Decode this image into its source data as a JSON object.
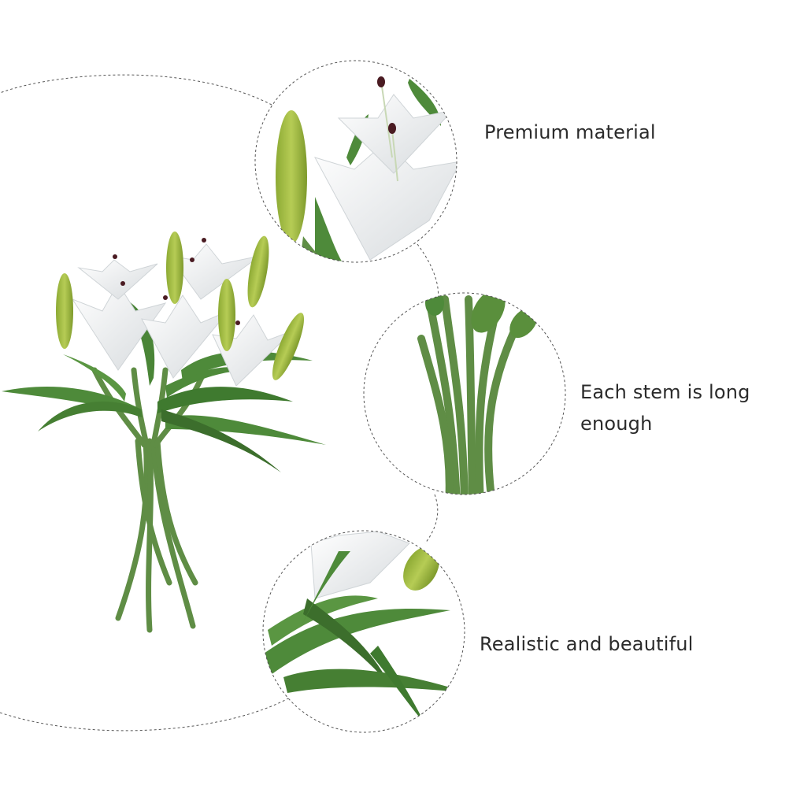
{
  "features": [
    {
      "label": "Premium material"
    },
    {
      "label": "Each stem is long enough"
    },
    {
      "label": "Realistic and beautiful"
    }
  ],
  "colors": {
    "leaf": "#4e8a3a",
    "leaf_dark": "#3c6e2c",
    "stem": "#5a8a42",
    "bud": "#9fbb3e",
    "petal": "#ffffff",
    "petal_shade": "#d9dde0",
    "anther": "#4a1b22",
    "dash": "#555555",
    "text": "#2b2b2b"
  },
  "icons": [
    "lily-bouquet",
    "lily-flower-detail",
    "stem-detail",
    "leaf-detail"
  ]
}
